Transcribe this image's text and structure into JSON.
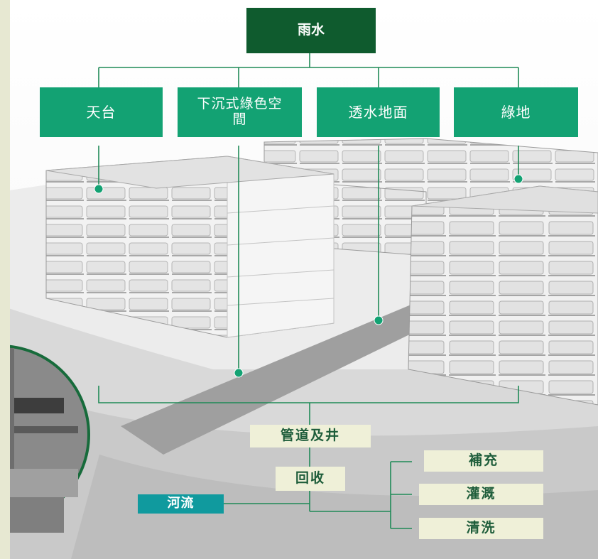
{
  "diagram": {
    "source": "雨水",
    "collectors": [
      "天台",
      "下沉式綠色空間",
      "透水地面",
      "綠地"
    ],
    "conveyance": "管道及井",
    "collection": "回收",
    "outlet": "河流",
    "uses": [
      "補充",
      "灌溉",
      "清洗"
    ]
  },
  "colors": {
    "dark_green": "#0f5b2e",
    "green": "#13a273",
    "teal": "#109a9e",
    "cream": "#eff0d8",
    "line": "#1f8a57"
  }
}
